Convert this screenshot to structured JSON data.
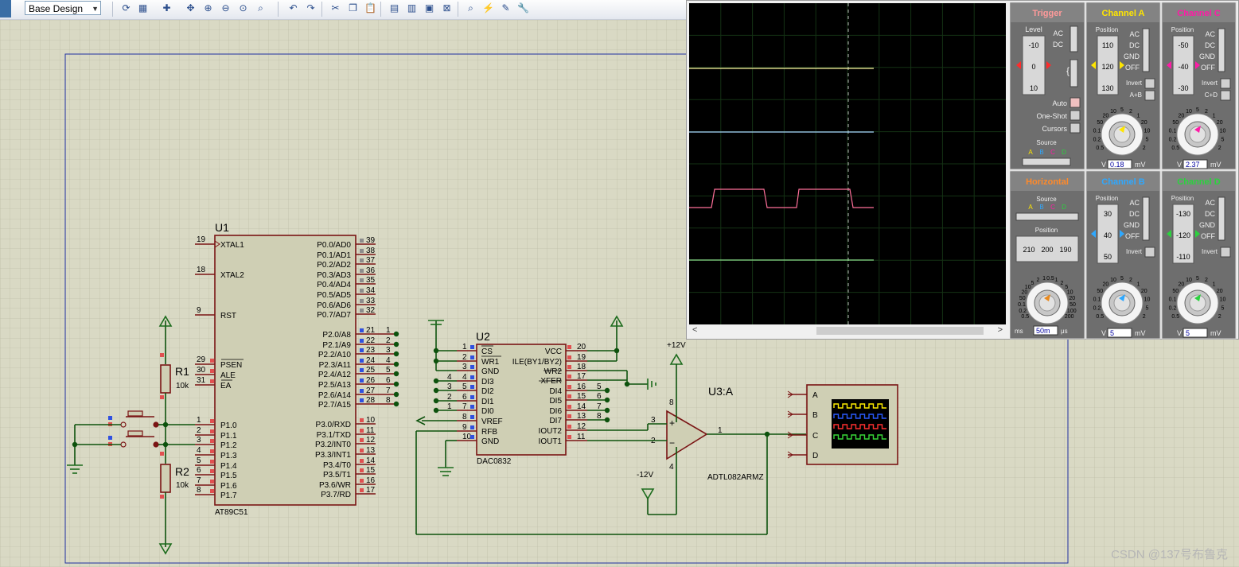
{
  "toolbar": {
    "design_select": "Base Design"
  },
  "schematic": {
    "u1": {
      "ref": "U1",
      "part": "AT89C51",
      "left_pins": [
        {
          "num": "19",
          "name": "XTAL1"
        },
        {
          "num": "18",
          "name": "XTAL2"
        },
        {
          "num": "9",
          "name": "RST"
        },
        {
          "num": "29",
          "name": "PSEN"
        },
        {
          "num": "30",
          "name": "ALE"
        },
        {
          "num": "31",
          "name": "EA"
        },
        {
          "num": "1",
          "name": "P1.0"
        },
        {
          "num": "2",
          "name": "P1.1"
        },
        {
          "num": "3",
          "name": "P1.2"
        },
        {
          "num": "4",
          "name": "P1.3"
        },
        {
          "num": "5",
          "name": "P1.4"
        },
        {
          "num": "6",
          "name": "P1.5"
        },
        {
          "num": "7",
          "name": "P1.6"
        },
        {
          "num": "8",
          "name": "P1.7"
        }
      ],
      "right_pins_p0": [
        {
          "num": "39",
          "name": "P0.0/AD0"
        },
        {
          "num": "38",
          "name": "P0.1/AD1"
        },
        {
          "num": "37",
          "name": "P0.2/AD2"
        },
        {
          "num": "36",
          "name": "P0.3/AD3"
        },
        {
          "num": "35",
          "name": "P0.4/AD4"
        },
        {
          "num": "34",
          "name": "P0.5/AD5"
        },
        {
          "num": "33",
          "name": "P0.6/AD6"
        },
        {
          "num": "32",
          "name": "P0.7/AD7"
        }
      ],
      "right_pins_p2": [
        {
          "num": "21",
          "name": "P2.0/A8",
          "net": "1"
        },
        {
          "num": "22",
          "name": "P2.1/A9",
          "net": "2"
        },
        {
          "num": "23",
          "name": "P2.2/A10",
          "net": "3"
        },
        {
          "num": "24",
          "name": "P2.3/A11",
          "net": "4"
        },
        {
          "num": "25",
          "name": "P2.4/A12",
          "net": "5"
        },
        {
          "num": "26",
          "name": "P2.5/A13",
          "net": "6"
        },
        {
          "num": "27",
          "name": "P2.6/A14",
          "net": "7"
        },
        {
          "num": "28",
          "name": "P2.7/A15",
          "net": "8"
        }
      ],
      "right_pins_p3": [
        {
          "num": "10",
          "name": "P3.0/RXD"
        },
        {
          "num": "11",
          "name": "P3.1/TXD"
        },
        {
          "num": "12",
          "name": "P3.2/INT0"
        },
        {
          "num": "13",
          "name": "P3.3/INT1"
        },
        {
          "num": "14",
          "name": "P3.4/T0"
        },
        {
          "num": "15",
          "name": "P3.5/T1"
        },
        {
          "num": "16",
          "name": "P3.6/WR"
        },
        {
          "num": "17",
          "name": "P3.7/RD"
        }
      ]
    },
    "r1": {
      "ref": "R1",
      "value": "10k"
    },
    "r2": {
      "ref": "R2",
      "value": "10k"
    },
    "u2": {
      "ref": "U2",
      "part": "DAC0832",
      "left_pins": [
        {
          "num": "1",
          "name": "CS",
          "net": ""
        },
        {
          "num": "2",
          "name": "WR1",
          "net": ""
        },
        {
          "num": "3",
          "name": "GND",
          "net": ""
        },
        {
          "num": "4",
          "name": "DI3",
          "net": "4"
        },
        {
          "num": "5",
          "name": "DI2",
          "net": "3"
        },
        {
          "num": "6",
          "name": "DI1",
          "net": "2"
        },
        {
          "num": "7",
          "name": "DI0",
          "net": "1"
        },
        {
          "num": "8",
          "name": "VREF",
          "net": ""
        },
        {
          "num": "9",
          "name": "RFB",
          "net": ""
        },
        {
          "num": "10",
          "name": "GND",
          "net": ""
        }
      ],
      "right_pins": [
        {
          "num": "20",
          "name": "VCC",
          "net": ""
        },
        {
          "num": "19",
          "name": "ILE(BY1/BY2)",
          "net": ""
        },
        {
          "num": "18",
          "name": "WR2",
          "net": ""
        },
        {
          "num": "17",
          "name": "XFER",
          "net": ""
        },
        {
          "num": "16",
          "name": "DI4",
          "net": "5"
        },
        {
          "num": "15",
          "name": "DI5",
          "net": "6"
        },
        {
          "num": "14",
          "name": "DI6",
          "net": "7"
        },
        {
          "num": "13",
          "name": "DI7",
          "net": "8"
        },
        {
          "num": "12",
          "name": "IOUT2",
          "net": ""
        },
        {
          "num": "11",
          "name": "IOUT1",
          "net": ""
        }
      ]
    },
    "u3": {
      "ref": "U3:A",
      "part": "ADTL082ARMZ",
      "pin_plus": "3",
      "pin_minus": "2",
      "pin_out": "1",
      "pin_vpos": "8",
      "pin_vneg": "4",
      "vpos_label": "+12V",
      "vneg_label": "-12V",
      "plus_sign": "+",
      "minus_sign": "−"
    },
    "scope_terminals": [
      "A",
      "B",
      "C",
      "D"
    ],
    "watermark": "CSDN @137号布鲁克"
  },
  "oscilloscope": {
    "trigger": {
      "title": "Trigger",
      "level_label": "Level",
      "level_ticks": [
        "-10",
        "0",
        "10"
      ],
      "ac": "AC",
      "dc": "DC",
      "auto": "Auto",
      "one_shot": "One-Shot",
      "cursors": "Cursors",
      "source_label": "Source",
      "source_channels": [
        "A",
        "B",
        "C",
        "D"
      ]
    },
    "horizontal": {
      "title": "Horizontal",
      "source_label": "Source",
      "source_channels": [
        "A",
        "B",
        "C",
        "D"
      ],
      "position_label": "Position",
      "position_ticks": [
        "210",
        "200",
        "190"
      ],
      "value": "50m",
      "unit_left": "ms",
      "unit_right": "μs",
      "dial_labels": [
        "0.5",
        "0.2",
        "0.1",
        "50",
        "20",
        "10",
        "5",
        "2",
        "1",
        "0.5",
        "1",
        "2",
        "5",
        "10",
        "20",
        "50",
        "100",
        "200"
      ]
    },
    "channels": [
      {
        "id": "A",
        "title": "Channel A",
        "color": "#ffe600",
        "position_ticks": [
          "110",
          "120",
          "130"
        ],
        "modes": [
          "AC",
          "DC",
          "GND",
          "OFF"
        ],
        "extra": [
          "Invert",
          "A+B"
        ],
        "value": "0.18",
        "unit_left": "V",
        "unit_right": "mV",
        "dial_labels": [
          "0.5",
          "0.2",
          "0.1",
          "50",
          "20",
          "10",
          "5",
          "2",
          "1",
          "20",
          "10",
          "5",
          "2"
        ]
      },
      {
        "id": "C",
        "title": "Channel C",
        "color": "#ff1aa6",
        "position_ticks": [
          "-50",
          "-40",
          "-30"
        ],
        "modes": [
          "AC",
          "DC",
          "GND",
          "OFF"
        ],
        "extra": [
          "Invert",
          "C+D"
        ],
        "value": "2.37",
        "unit_left": "V",
        "unit_right": "mV",
        "dial_labels": [
          "0.5",
          "0.2",
          "0.1",
          "50",
          "20",
          "10",
          "5",
          "2",
          "1",
          "20",
          "10",
          "5",
          "2"
        ]
      },
      {
        "id": "B",
        "title": "Channel B",
        "color": "#2ea8ff",
        "position_ticks": [
          "30",
          "40",
          "50"
        ],
        "modes": [
          "AC",
          "DC",
          "GND",
          "OFF"
        ],
        "extra": [
          "Invert"
        ],
        "value": "5",
        "unit_left": "V",
        "unit_right": "mV",
        "dial_labels": [
          "0.5",
          "0.2",
          "0.1",
          "50",
          "20",
          "10",
          "5",
          "2",
          "1",
          "20",
          "10",
          "5",
          "2"
        ]
      },
      {
        "id": "D",
        "title": "Channel D",
        "color": "#2bd23e",
        "position_ticks": [
          "-130",
          "-120",
          "-110"
        ],
        "modes": [
          "AC",
          "DC",
          "GND",
          "OFF"
        ],
        "extra": [
          "Invert"
        ],
        "value": "5",
        "unit_left": "V",
        "unit_right": "mV",
        "dial_labels": [
          "0.5",
          "0.2",
          "0.1",
          "50",
          "20",
          "10",
          "5",
          "2",
          "1",
          "20",
          "10",
          "5",
          "2"
        ]
      }
    ]
  },
  "colors": {
    "sheet_bg": "#d9d9c4",
    "grid": "#b8b8a0",
    "border_blue": "#1f2fa0",
    "component": "#7a1414",
    "component_fill": "#cfcfb4",
    "wire": "#0d520d",
    "power_green": "#1c6b1c",
    "pin_red": "#e05050",
    "pin_blue": "#3050e0",
    "pin_gray": "#8c8c8c",
    "scope_bg": "#000000",
    "scope_grid": "#143214",
    "trace_a": "#fff6a0",
    "trace_b": "#a8d8ff",
    "trace_c": "#ff6f9a",
    "trace_d": "#8be08b"
  }
}
